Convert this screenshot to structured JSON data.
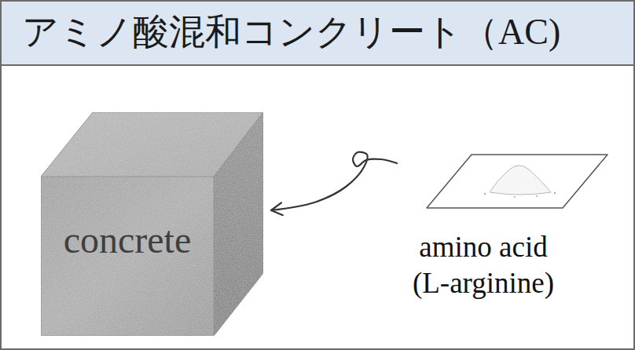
{
  "diagram": {
    "title": "アミノ酸混和コンクリート（AC)",
    "nodes": [
      {
        "text": [
          "concrete"
        ]
      },
      {
        "text": [
          "amino acid (L-arginine)"
        ]
      }
    ],
    "edges": [
      {
        "from": 1,
        "to": 0,
        "arrow": "to"
      }
    ]
  }
}
